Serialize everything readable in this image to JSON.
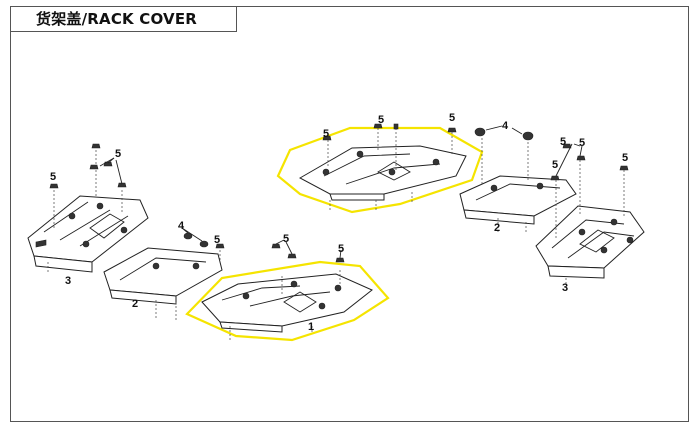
{
  "title": "货架盖/RACK COVER",
  "callouts": {
    "cover_rack": "1",
    "fastener_clip": "4",
    "bolt": "5",
    "bracket": "2",
    "end_cover": "3"
  },
  "colors": {
    "highlight": "#f5e400",
    "line": "#222222",
    "background": "#ffffff"
  }
}
